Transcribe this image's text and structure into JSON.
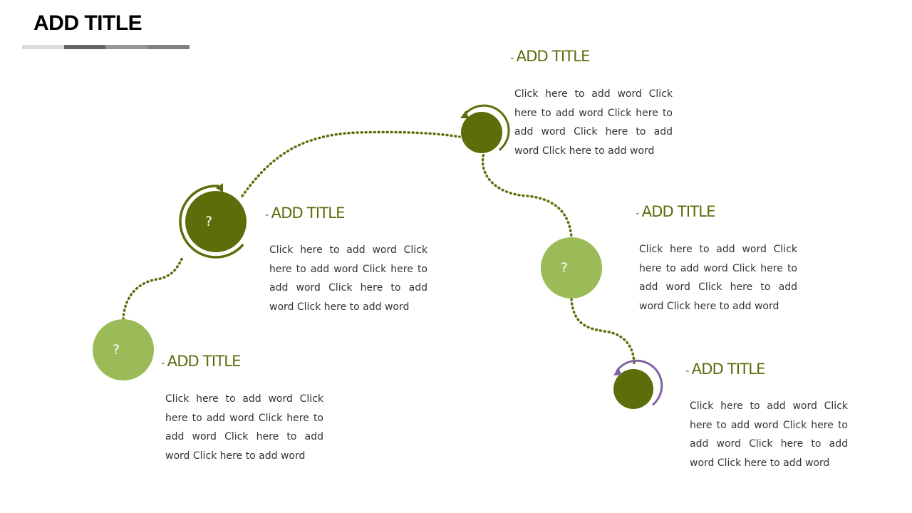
{
  "title": "ADD TITLE",
  "colors": {
    "dark": "#5b6e0a",
    "light": "#9bbb59",
    "purple": "#8064a2"
  },
  "icon": "?",
  "items": [
    {
      "title": "ADD TITLE",
      "dash": "-",
      "body": "Click here to add word Click here to add word Click here to add word Click here to add word Click here to add word"
    },
    {
      "title": "ADD TITLE",
      "dash": "-",
      "body": "Click here to add word Click here to add word Click here to add word Click here to add word Click here to add word"
    },
    {
      "title": "ADD TITLE",
      "dash": "-",
      "body": "Click here to add word Click here to add word Click here to add word Click here to add word Click here to add word"
    },
    {
      "title": "ADD TITLE",
      "dash": "-",
      "body": "Click here to add word Click here to add word Click here to add word Click here to add word Click here to add word"
    },
    {
      "title": "ADD TITLE",
      "dash": "-",
      "body": "Click here to add word Click here to add word Click here to add word Click here to add word Click here to add word"
    }
  ]
}
